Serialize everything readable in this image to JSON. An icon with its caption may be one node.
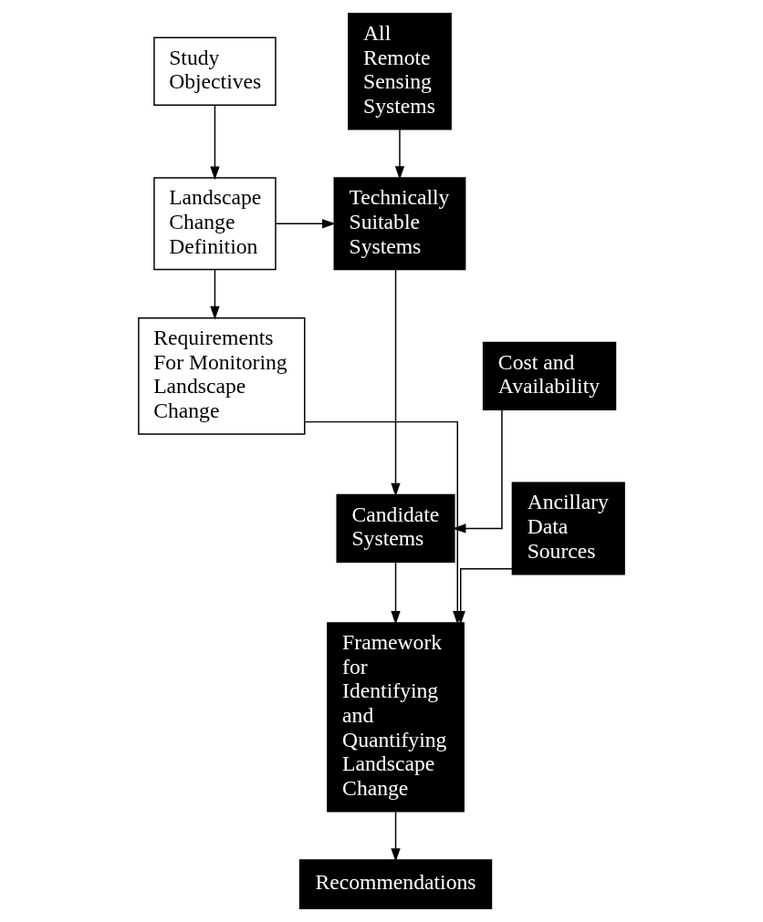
{
  "diagram": {
    "nodes": [
      {
        "text": [
          "Study Objectives"
        ]
      },
      {
        "text": [
          "Landscape Change Definition"
        ]
      },
      {
        "text": [
          "All Remote Sensing Systems"
        ]
      },
      {
        "text": [
          "Technically Suitable Systems"
        ]
      },
      {
        "text": [
          "Requirements For Monitoring Landscape Change"
        ]
      },
      {
        "text": [
          "Cost and Availability"
        ]
      },
      {
        "text": [
          "Candidate Systems"
        ]
      },
      {
        "text": [
          "Framework for Identifying and Quantifying Landscape Change"
        ]
      },
      {
        "text": [
          "Ancillary Data Sources"
        ]
      },
      {
        "text": [
          "Recommendations"
        ]
      }
    ],
    "edges": [
      {
        "from": 0,
        "to": 1,
        "arrow": "to"
      },
      {
        "from": 1,
        "to": 3,
        "arrow": "to"
      },
      {
        "from": 2,
        "to": 3,
        "arrow": "to"
      },
      {
        "from": 1,
        "to": 4,
        "arrow": "to"
      },
      {
        "from": 5,
        "to": 6,
        "arrow": "to"
      },
      {
        "from": 3,
        "to": 6,
        "arrow": "to"
      },
      {
        "from": 4,
        "to": 7,
        "arrow": "to"
      },
      {
        "from": 6,
        "to": 7,
        "arrow": "to"
      },
      {
        "from": 8,
        "to": 7,
        "arrow": "to"
      },
      {
        "from": 7,
        "to": 9,
        "arrow": "to"
      }
    ]
  }
}
